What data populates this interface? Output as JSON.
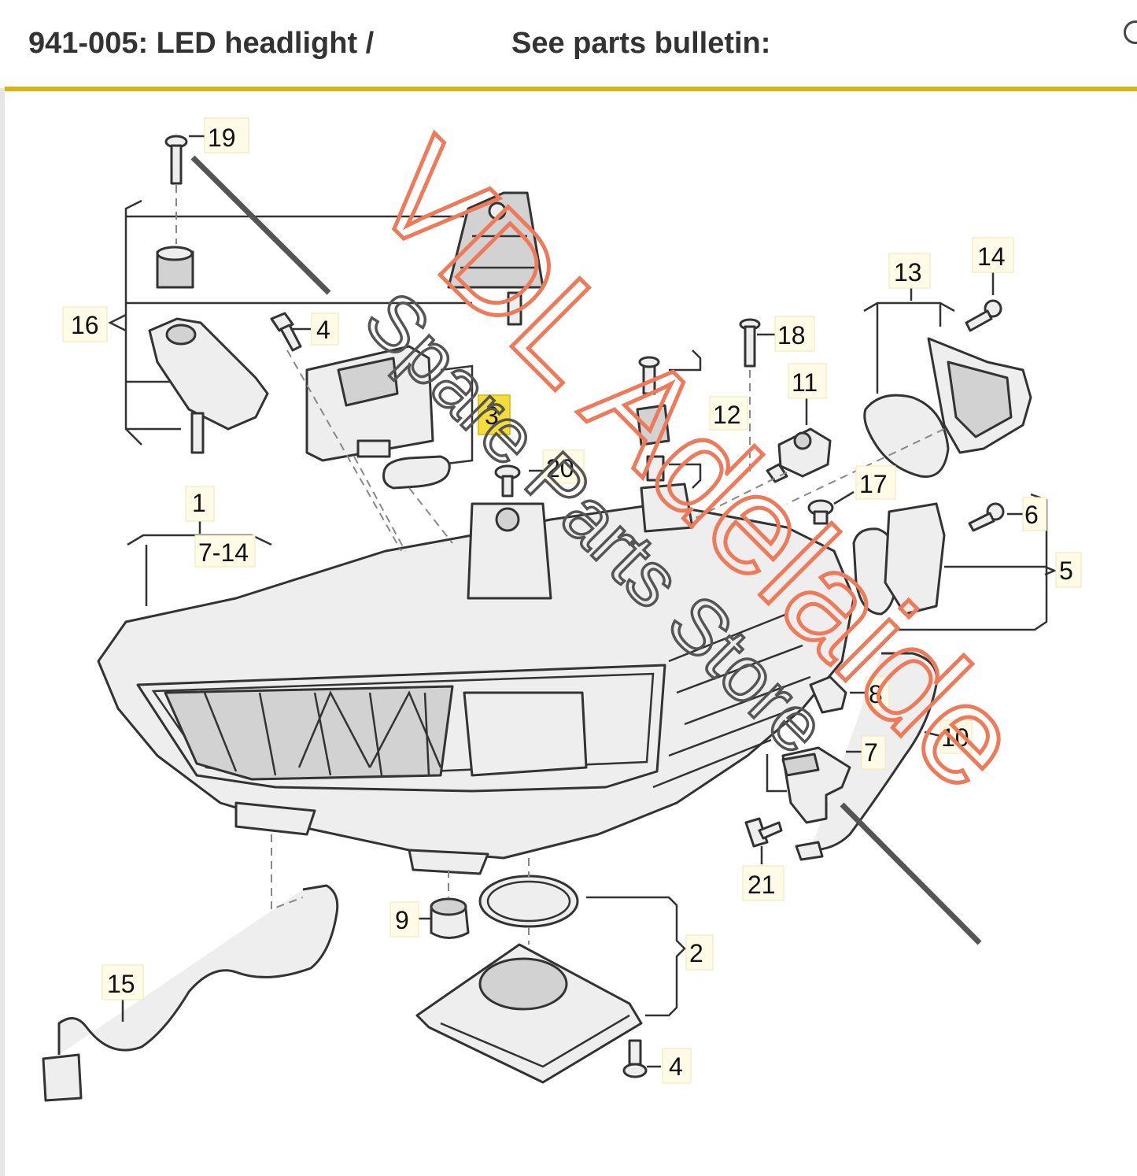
{
  "header": {
    "title": "941-005: LED headlight /",
    "bulletin_label": "See parts bulletin:"
  },
  "colors": {
    "accent_rule": "#d4b51a",
    "label_highlight": "#f3dc3b",
    "watermark_orange": "#ee7a5a",
    "watermark_gray": "#555555"
  },
  "icons": [
    "search-icon"
  ],
  "diagram": {
    "callouts": {
      "c1": "1",
      "c7_14": "7-14",
      "c2": "2",
      "c3": "3",
      "c4a": "4",
      "c4b": "4",
      "c5": "5",
      "c6": "6",
      "c7": "7",
      "c8": "8",
      "c9": "9",
      "c10": "10",
      "c11": "11",
      "c12": "12",
      "c13": "13",
      "c14": "14",
      "c15": "15",
      "c16": "16",
      "c17": "17",
      "c18": "18",
      "c19": "19",
      "c20": "20",
      "c21": "21"
    },
    "highlighted_callout": "3"
  },
  "watermark": {
    "line1": "VDL Adelaide",
    "line2": "Spare Parts Store"
  }
}
